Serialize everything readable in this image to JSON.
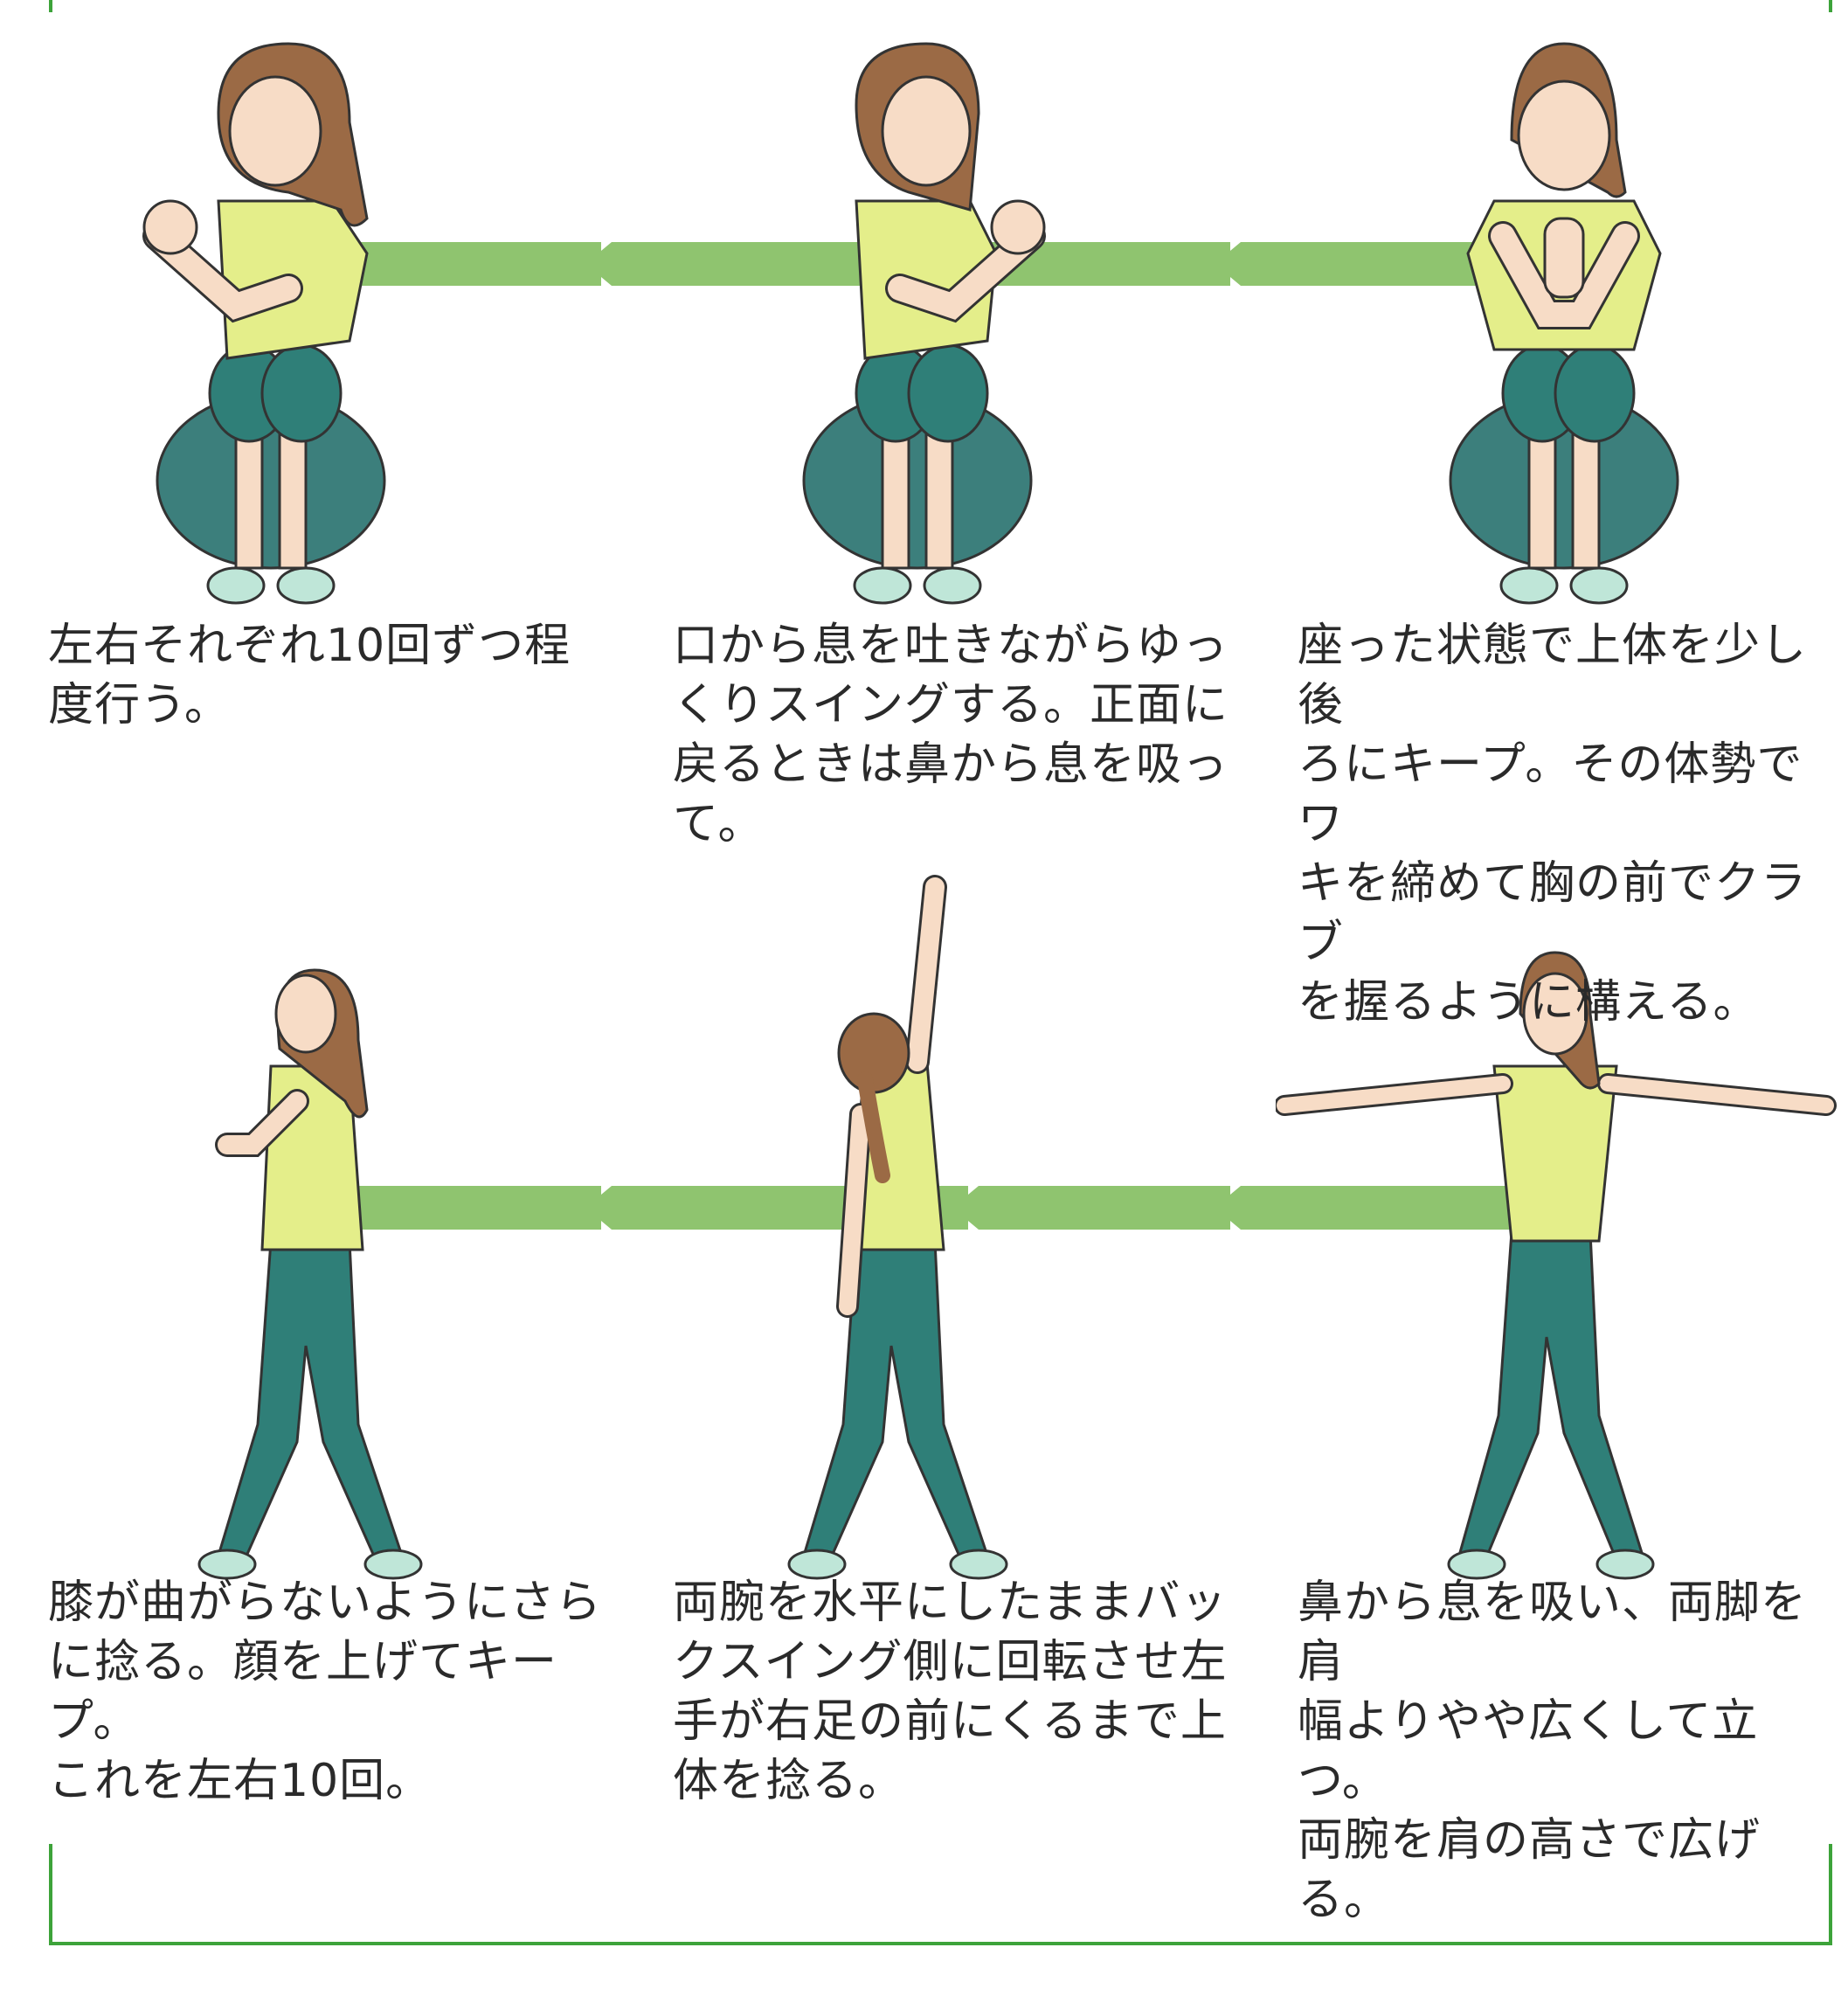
{
  "colors": {
    "frame": "#3da33a",
    "arrow": "#8fc46f",
    "shirt": "#e4ee8a",
    "pants": "#2f7f78",
    "ball": "#3c7f7c",
    "skin": "#f7dcc6",
    "hair": "#9b6a45",
    "shoe": "#bfe6d8"
  },
  "steps": [
    {
      "id": "step-1",
      "caption": "鼻から息を吸い、両脚を肩\n幅よりやや広くして立つ。\n両腕を肩の高さで広げる。",
      "pose": "standing-arms-spread"
    },
    {
      "id": "step-2",
      "caption": "両腕を水平にしたままバッ\nクスイング側に回転させ左\n手が右足の前にくるまで上\n体を捻る。",
      "pose": "standing-twist-reach"
    },
    {
      "id": "step-3",
      "caption": "膝が曲がらないようにさら\nに捻る。顔を上げてキープ。\nこれを左右10回。",
      "pose": "standing-turned-hold"
    },
    {
      "id": "step-4",
      "caption": "座った状態で上体を少し後\nろにキープ。その体勢でワ\nキを締めて胸の前でクラブ\nを握るように構える。",
      "pose": "seated-hands-clasped"
    },
    {
      "id": "step-5",
      "caption": "口から息を吐きながらゆっ\nくりスイングする。正面に\n戻るときは鼻から息を吸っ\nて。",
      "pose": "seated-swing-right"
    },
    {
      "id": "step-6",
      "caption": "左右それぞれ10回ずつ程\n度行う。",
      "pose": "seated-swing-left"
    }
  ]
}
